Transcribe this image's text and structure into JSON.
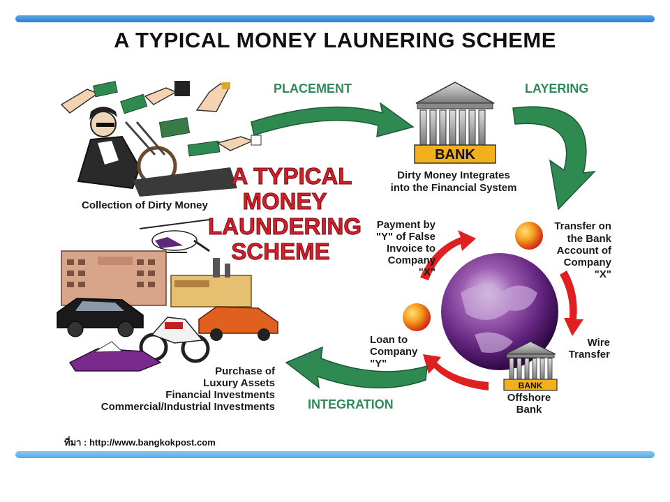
{
  "slide": {
    "title": "A TYPICAL MONEY LAUNERING SCHEME",
    "source": "ที่มา : http://www.bangkokpost.com"
  },
  "diagram": {
    "center_title": [
      "A TYPICAL",
      "MONEY",
      "LAUNDERING",
      "SCHEME"
    ],
    "stages": {
      "placement": "PLACEMENT",
      "layering": "LAYERING",
      "integration": "INTEGRATION"
    },
    "bank_sign": "BANK",
    "bank_caption": [
      "Dirty Money Integrates",
      "into the Financial System"
    ],
    "collection_caption": "Collection of Dirty Money",
    "transfer_caption": [
      "Transfer on",
      "the Bank",
      "Account of",
      "Company",
      "\"X\""
    ],
    "wire_caption": [
      "Wire",
      "Transfer"
    ],
    "offshore_sign": "BANK",
    "offshore_caption": [
      "Offshore",
      "Bank"
    ],
    "loan_caption": [
      "Loan to",
      "Company",
      "\"Y\""
    ],
    "payment_caption": [
      "Payment by",
      "\"Y\" of False",
      "Invoice to",
      "Company",
      "\"X\""
    ],
    "purchase_caption": [
      "Purchase of",
      "Luxury Assets",
      "Financial Investments",
      "Commercial/Industrial Investments"
    ]
  },
  "colors": {
    "green_arrow": "#2f8a52",
    "red_arrow": "#e02020",
    "red_text": "#d0202a",
    "stage_text": "#2f8a5a",
    "bank_gold": "#f2b01e"
  }
}
